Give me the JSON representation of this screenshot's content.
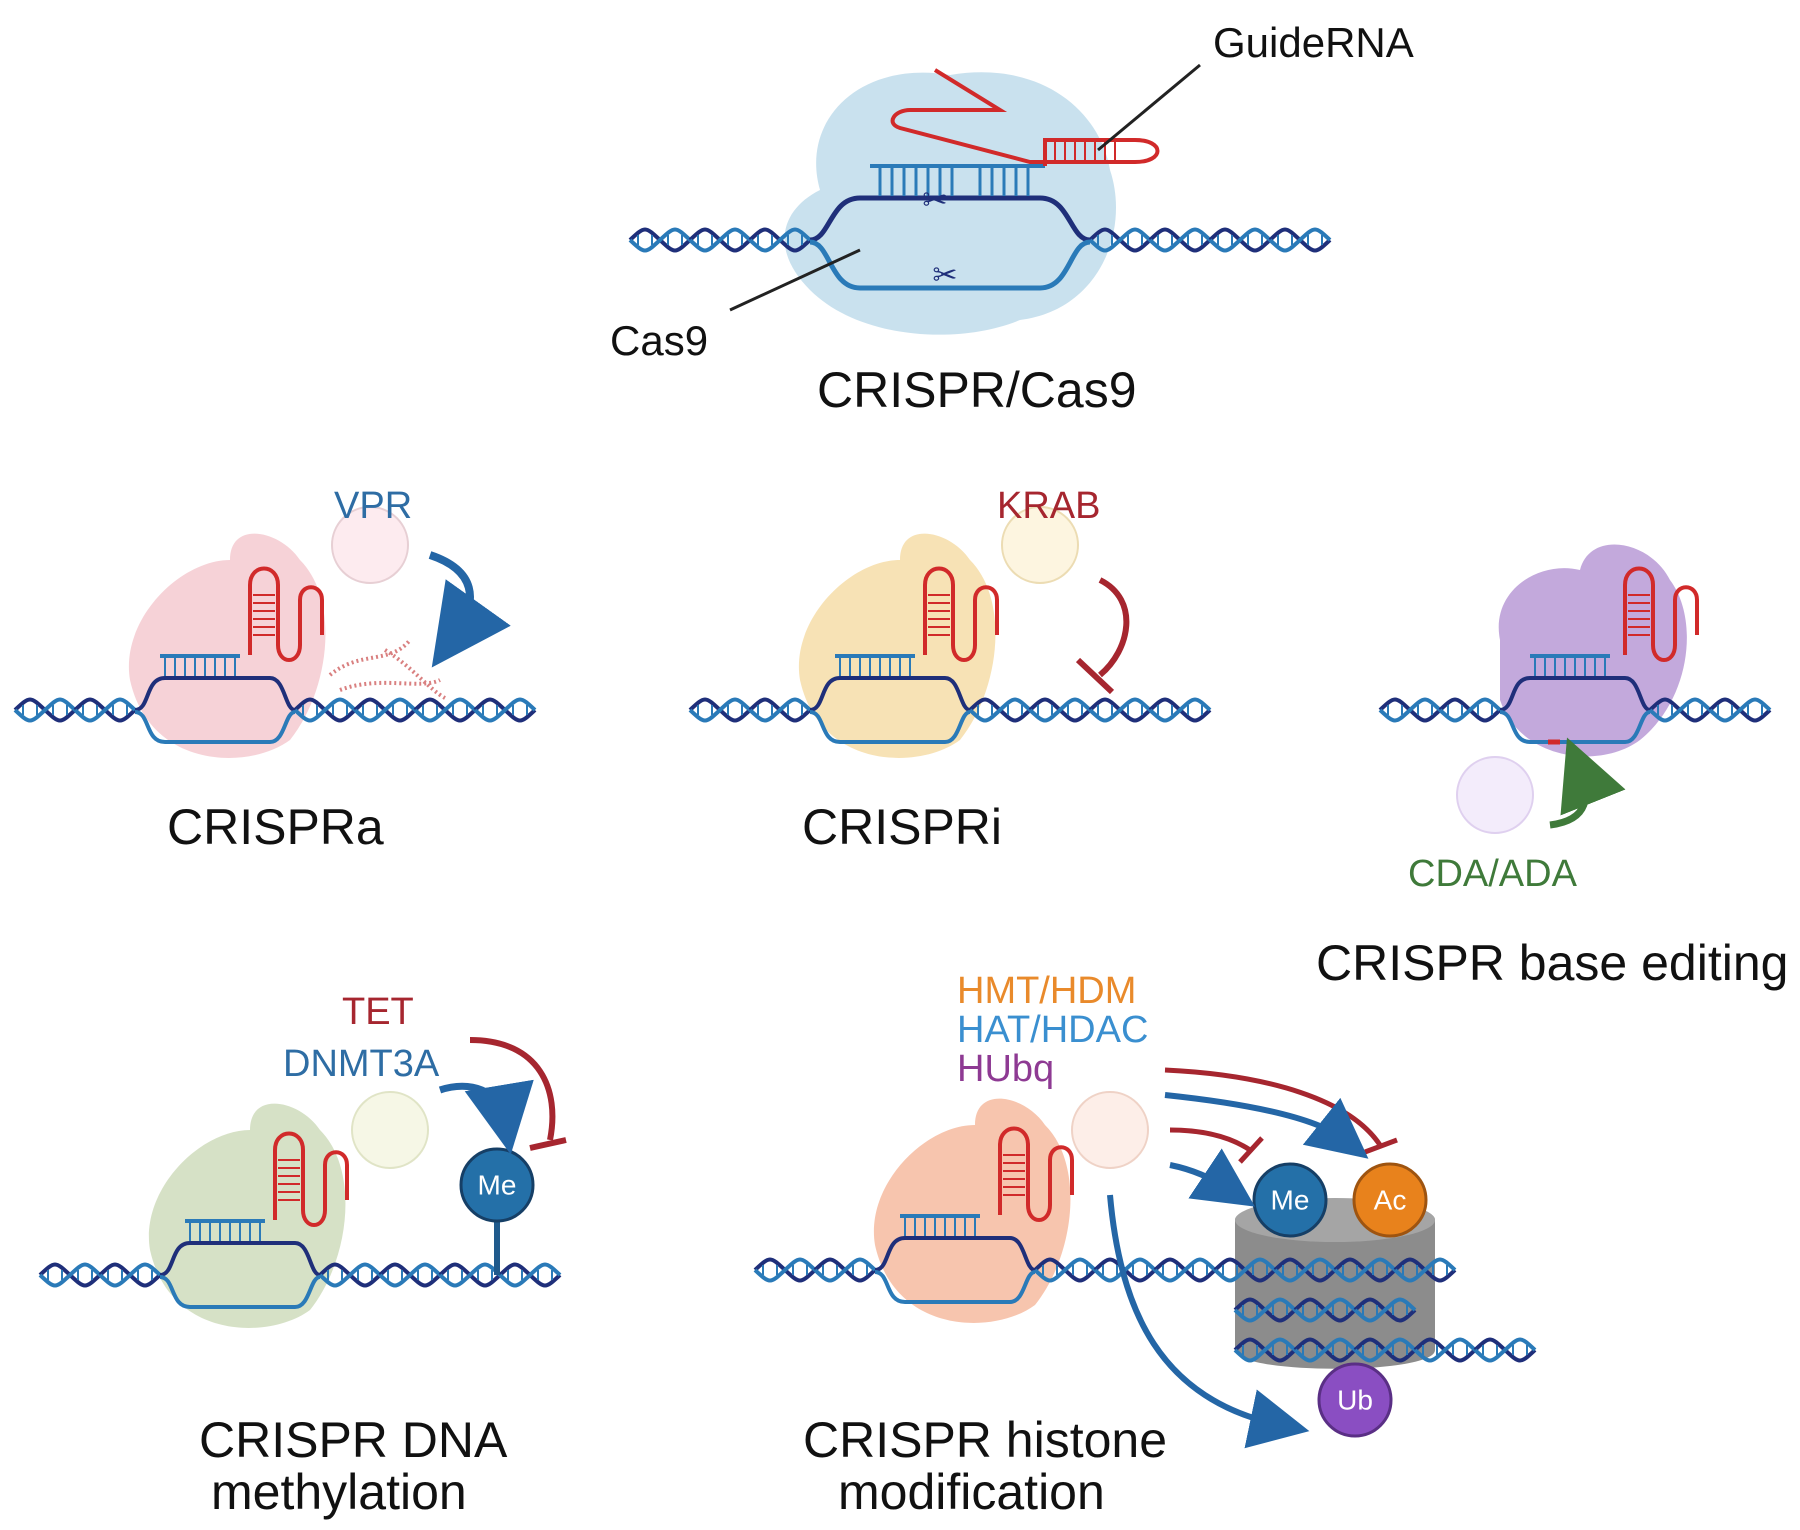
{
  "top_panel": {
    "title": "CRISPR/Cas9",
    "guide_label": "GuideRNA",
    "protein_label": "Cas9"
  },
  "panels": {
    "activation": {
      "title": "CRISPRa",
      "effector": "VPR",
      "effector_color": "#2e6da4",
      "protein_color": "#f4c7cd"
    },
    "interference": {
      "title": "CRISPRi",
      "effector": "KRAB",
      "effector_color": "#a6262f",
      "protein_color": "#f6dda8"
    },
    "base_editing": {
      "title": "CRISPR base editing",
      "effector": "CDA/ADA",
      "effector_color": "#3f7a3a",
      "protein_color": "#b99ad6"
    },
    "dna_methylation": {
      "title_line1": "CRISPR DNA",
      "title_line2": "methylation",
      "effector_1": "TET",
      "effector_1_color": "#a6262f",
      "effector_2": "DNMT3A",
      "effector_2_color": "#2e6da4",
      "mark": "Me",
      "protein_color": "#cfdcbc"
    },
    "histone_modification": {
      "title_line1": "CRISPR histone",
      "title_line2": "modification",
      "effector_1": "HMT/HDM",
      "effector_1_color": "#e98a2b",
      "effector_2": "HAT/HDAC",
      "effector_2_color": "#3a8fd0",
      "effector_3": "HUbq",
      "effector_3_color": "#8e3a93",
      "marks": [
        "Me",
        "Ac",
        "Ub"
      ],
      "mark_colors": [
        "#2470a8",
        "#e8821c",
        "#8a4ec2"
      ],
      "protein_color": "#f6bba0"
    }
  },
  "colors": {
    "dna_dark": "#1f2f7a",
    "dna_light": "#2a7ab8",
    "guide_rna": "#d12a2a",
    "cas9_fill": "#b7d7e8",
    "nucleosome": "#8c8c8c"
  }
}
